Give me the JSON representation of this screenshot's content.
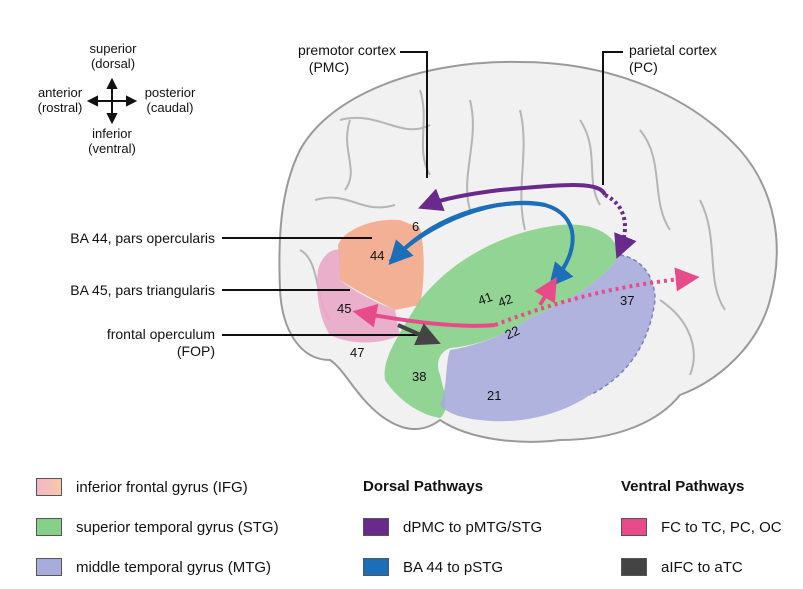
{
  "compass": {
    "superior": "superior",
    "superior_sub": "(dorsal)",
    "anterior": "anterior",
    "anterior_sub": "(rostral)",
    "posterior": "posterior",
    "posterior_sub": "(caudal)",
    "inferior": "inferior",
    "inferior_sub": "(ventral)"
  },
  "callouts": {
    "pmc_line1": "premotor cortex",
    "pmc_line2": "(PMC)",
    "pc_line1": "parietal cortex",
    "pc_line2": "(PC)",
    "ba44": "BA 44, pars opercularis",
    "ba45": "BA 45, pars triangularis",
    "fop_line1": "frontal operculum",
    "fop_line2": "(FOP)"
  },
  "areas": {
    "a6": "6",
    "a44": "44",
    "a45": "45",
    "a47": "47",
    "a41": "41",
    "a42": "42",
    "a22": "22",
    "a37": "37",
    "a38": "38",
    "a21": "21"
  },
  "legend": {
    "ifg": "inferior frontal gyrus (IFG)",
    "stg": "superior temporal gyrus (STG)",
    "mtg": "middle temporal gyrus (MTG)",
    "dorsal_head": "Dorsal Pathways",
    "dpmc": "dPMC to pMTG/STG",
    "ba44_pstg": "BA 44 to pSTG",
    "ventral_head": "Ventral Pathways",
    "fc_tc": "FC to TC, PC, OC",
    "aifc": "aIFC to aTC"
  },
  "colors": {
    "ifg_a": "#f2b8c8",
    "ifg_b": "#f7c9a8",
    "ba44": "#f4a98a",
    "ba45": "#e9a9c7",
    "stg": "#86d08a",
    "mtg": "#a8acdc",
    "dorsal_purple": "#6a2a8c",
    "dorsal_blue": "#1a6fb8",
    "ventral_pink": "#e84b8a",
    "ventral_dark": "#444444"
  }
}
